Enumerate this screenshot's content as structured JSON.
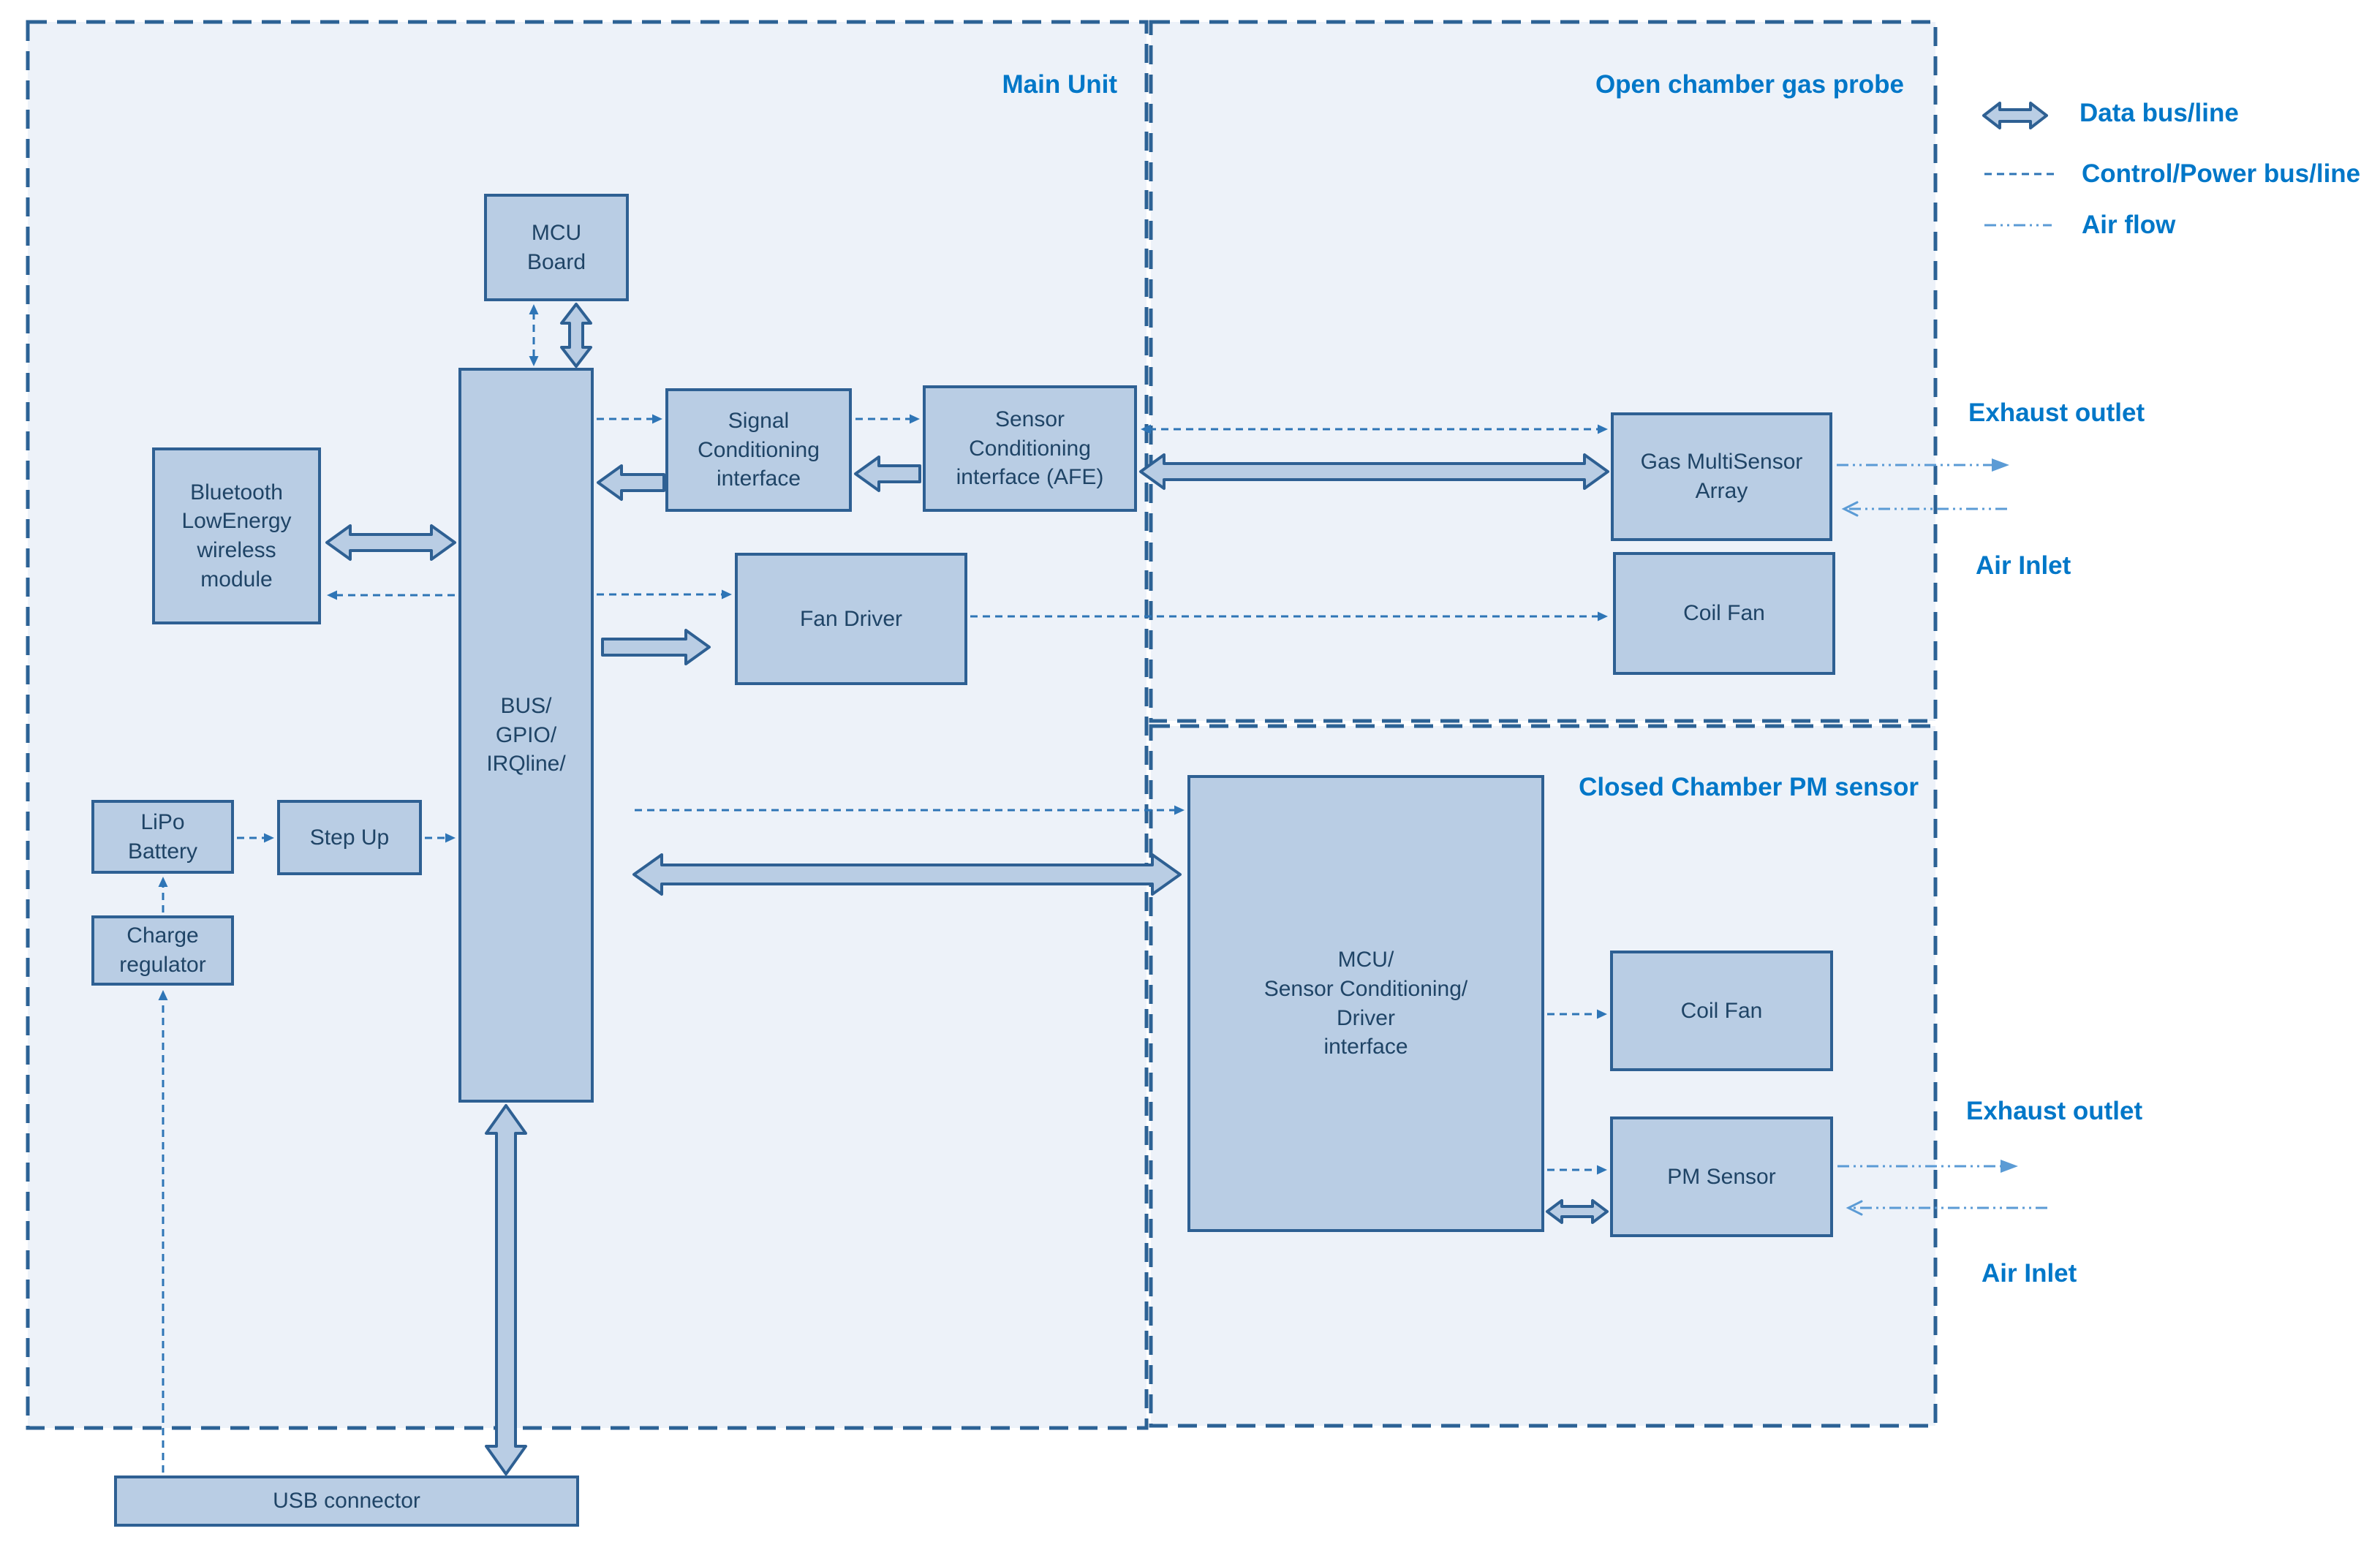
{
  "regions": {
    "main_unit": {
      "title": "Main Unit"
    },
    "gas_probe": {
      "title": "Open chamber gas probe"
    },
    "closed_chamber": {
      "title": "Closed Chamber PM sensor"
    }
  },
  "blocks": {
    "mcu_board": {
      "label": "MCU\nBoard"
    },
    "bus": {
      "label": "BUS/\nGPIO/\nIRQline/"
    },
    "bluetooth": {
      "label": "Bluetooth\nLowEnergy\nwireless\nmodule"
    },
    "signal_conditioning": {
      "label": "Signal\nConditioning\ninterface"
    },
    "sensor_conditioning_afe": {
      "label": "Sensor\nConditioning\ninterface (AFE)"
    },
    "fan_driver": {
      "label": "Fan Driver"
    },
    "lipo_battery": {
      "label": "LiPo\nBattery"
    },
    "step_up": {
      "label": "Step Up"
    },
    "charge_regulator": {
      "label": "Charge\nregulator"
    },
    "usb_connector": {
      "label": "USB connector"
    },
    "gas_multisensor_array": {
      "label": "Gas MultiSensor\nArray"
    },
    "coil_fan_gas": {
      "label": "Coil Fan"
    },
    "closed_mcu": {
      "label": "MCU/\nSensor Conditioning/\nDriver\ninterface"
    },
    "coil_fan_pm": {
      "label": "Coil Fan"
    },
    "pm_sensor": {
      "label": "PM Sensor"
    }
  },
  "flow_labels": {
    "exhaust_outlet_top": "Exhaust outlet",
    "air_inlet_top": "Air Inlet",
    "exhaust_outlet_bottom": "Exhaust outlet",
    "air_inlet_bottom": "Air Inlet"
  },
  "legend": {
    "data_bus": "Data bus/line",
    "control_power": "Control/Power bus/line",
    "air_flow": "Air flow"
  },
  "colors": {
    "region_background": "#edf2f9",
    "region_border": "#2c6295",
    "block_fill": "#b9cde4",
    "block_border": "#2e6093",
    "block_text": "#1f4466",
    "title_text": "#0077c8",
    "control_line": "#2e75b6",
    "air_flow_line": "#5b9bd5"
  }
}
